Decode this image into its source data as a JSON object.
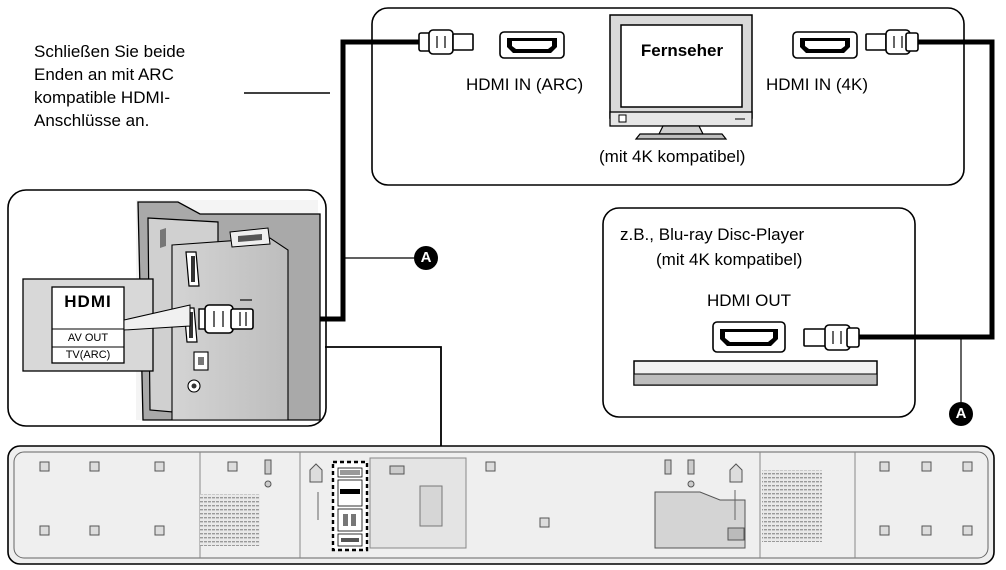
{
  "note": {
    "lines": [
      "Schließen Sie beide",
      "Enden an mit ARC",
      "kompatible HDMI-",
      "Anschlüsse an."
    ]
  },
  "tv": {
    "name": "Fernseher",
    "port_arc": "HDMI IN (ARC)",
    "port_4k": "HDMI IN (4K)",
    "compat": "(mit 4K kompatibel)"
  },
  "player": {
    "title": "z.B., Blu-ray Disc-Player",
    "compat": "(mit 4K kompatibel)",
    "port": "HDMI OUT"
  },
  "soundbar_panel": {
    "logo": "HDMI",
    "av_out": "AV OUT",
    "tv_arc": "TV(ARC)"
  },
  "cable_tag": "A"
}
